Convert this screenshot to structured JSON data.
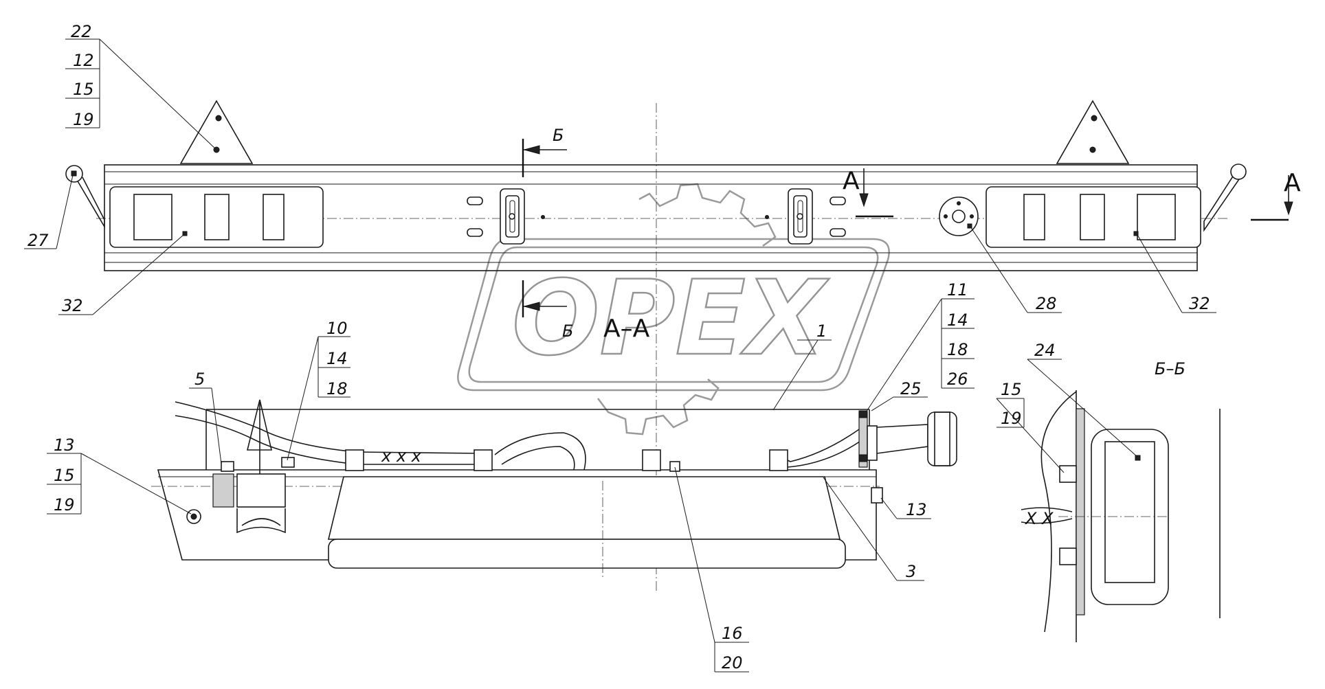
{
  "callouts": {
    "c22": "22",
    "c12a": "12",
    "c15a": "15",
    "c19a": "19",
    "c27": "27",
    "c32a": "32",
    "c28": "28",
    "c32b": "32",
    "c10": "10",
    "c14a": "14",
    "c18a": "18",
    "c5": "5",
    "c1": "1",
    "c11": "11",
    "c14b": "14",
    "c18b": "18",
    "c26": "26",
    "c25": "25",
    "c13a": "13",
    "c15b": "15",
    "c19b": "19",
    "c13b": "13",
    "c3": "3",
    "c16": "16",
    "c20": "20",
    "c24": "24",
    "c15c": "15",
    "c19c": "19"
  },
  "section_marks": {
    "b_top": "Б",
    "b_bottom": "Б",
    "a_left": "А",
    "a_right": "А",
    "section_aa": "А–А",
    "section_bb": "Б–Б"
  },
  "watermark": {
    "text": "ОРЕХ"
  },
  "colors": {
    "line": "#1a1a1a",
    "watermark": "#9a9a9a",
    "background": "#ffffff"
  }
}
